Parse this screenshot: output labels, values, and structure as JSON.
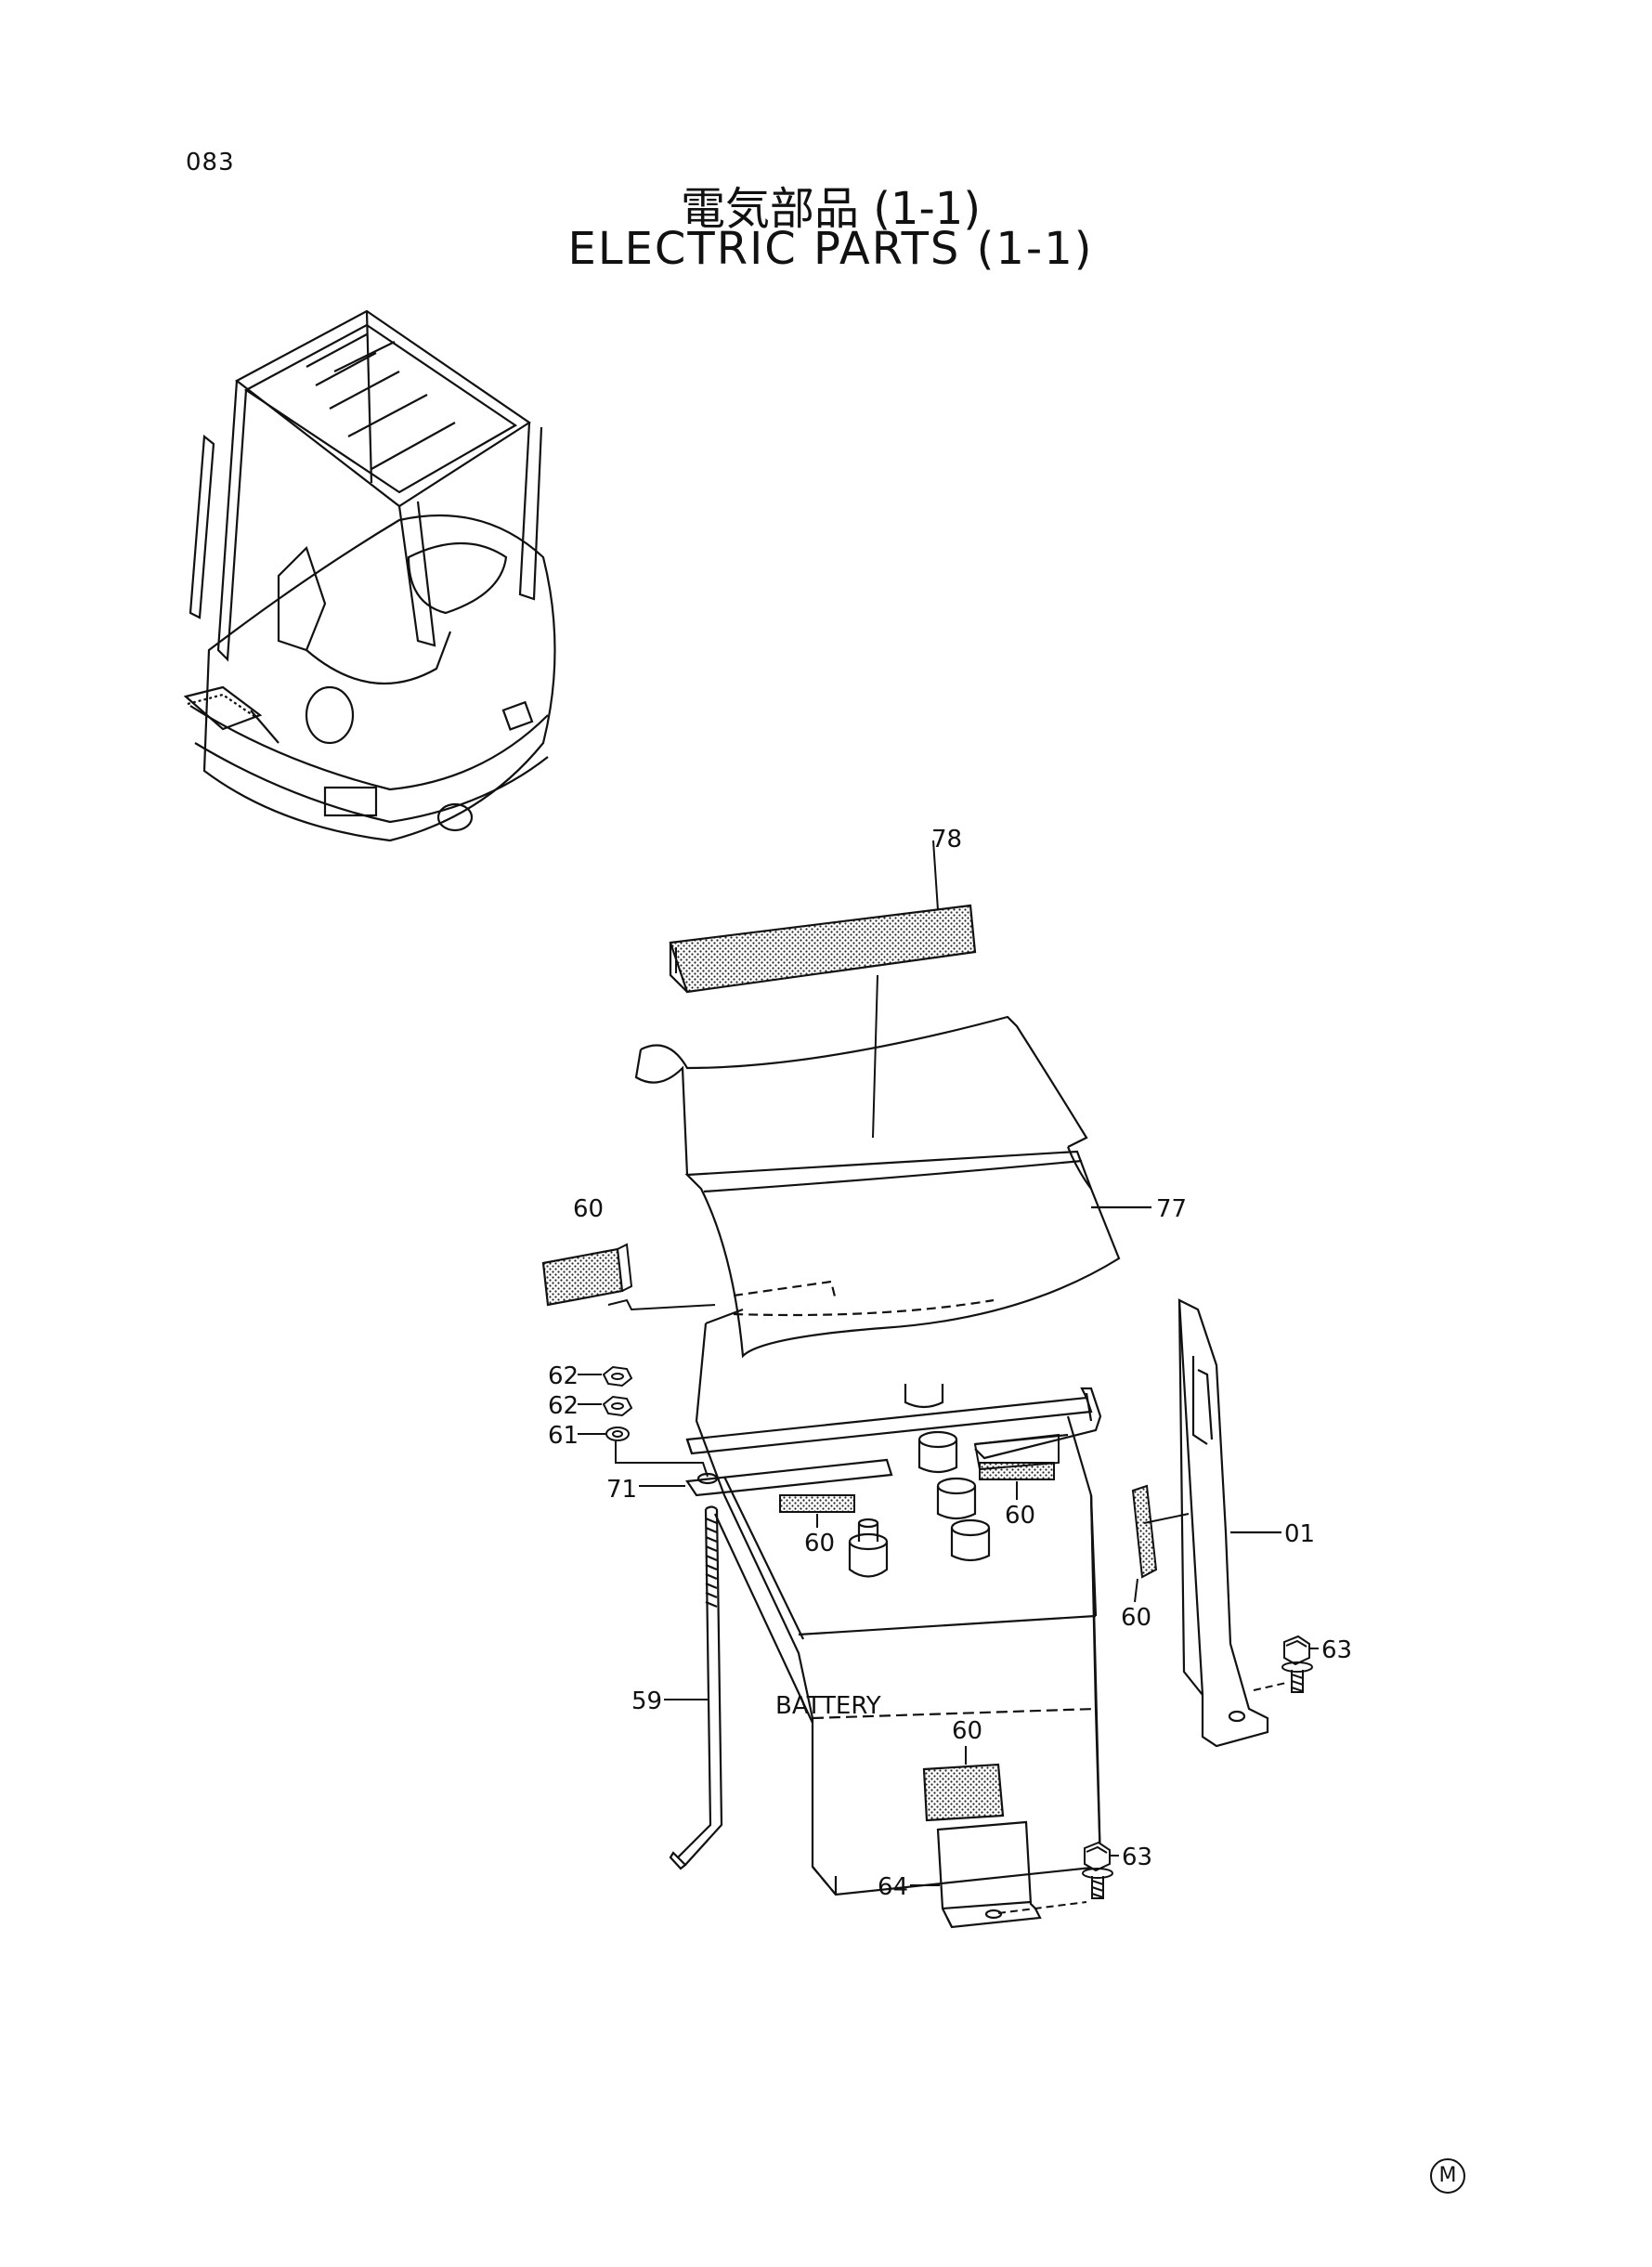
{
  "page_number": "083",
  "title_ja": "電気部品 (1-1)",
  "title_en": "ELECTRIC PARTS (1-1)",
  "battery_label": "BATTERY",
  "corner_mark": "M",
  "callouts": {
    "c78": "78",
    "c77": "77",
    "c60_top": "60",
    "c62_a": "62",
    "c62_b": "62",
    "c61": "61",
    "c71": "71",
    "c60_left": "60",
    "c60_right": "60",
    "c01": "01",
    "c60_side": "60",
    "c63_top": "63",
    "c59": "59",
    "c60_front": "60",
    "c63_bottom": "63",
    "c64": "64"
  }
}
